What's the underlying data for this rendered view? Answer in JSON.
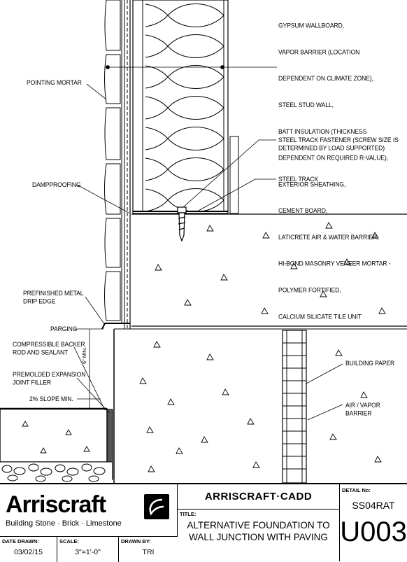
{
  "spec_lines": [
    "GYPSUM WALLBOARD,",
    "VAPOR BARRIER (LOCATION",
    "DEPENDENT ON CLIMATE ZONE),",
    "STEEL STUD WALL,",
    "BATT INSULATION (THICKNESS",
    "DEPENDENT ON REQUIRED R-VALUE),",
    "EXTERIOR SHEATHING,",
    "CEMENT BOARD,",
    "LATICRETE AIR & WATER BARRIER,",
    "HI-BOND MASONRY VENEER MORTAR -",
    "POLYMER FORTIFIED,",
    "CALCIUM SILICATE TILE UNIT"
  ],
  "labels": {
    "pointing_mortar": "POINTING MORTAR",
    "steel_track_fastener": "STEEL TRACK FASTENER (SCREW SIZE IS\nDETERMINED BY LOAD SUPPORTED)",
    "dampproofing": "DAMPPROOFING",
    "steel_track": "STEEL TRACK",
    "drip_edge": "PREFINISHED METAL\nDRIP EDGE",
    "parging": "PARGING",
    "backer_rod": "COMPRESSIBLE BACKER\nROD AND SEALANT",
    "expansion_joint": "PREMOLDED EXPANSION\nJOINT FILLER",
    "slope": "2% SLOPE MIN.",
    "building_paper": "BUILDING PAPER",
    "air_vapor": "AIR / VAPOR\nBARRIER",
    "dim": "6\" MIN."
  },
  "title_block": {
    "logo_name": "Arriscraft",
    "logo_tagline": "Building Stone · Brick · Limestone",
    "company": "ARRISCRAFT·CADD",
    "title_label": "TITLE:",
    "title_line1": "ALTERNATIVE FOUNDATION TO",
    "title_line2": "WALL JUNCTION WITH PAVING",
    "detail_label": "DETAIL No:",
    "detail_code": "SS04RAT",
    "detail_number": "U003",
    "date_label": "DATE DRAWN:",
    "date_value": "03/02/15",
    "scale_label": "SCALE:",
    "scale_value": "3\"=1'-0\"",
    "drawn_label": "DRAWN BY:",
    "drawn_value": "TRI"
  }
}
